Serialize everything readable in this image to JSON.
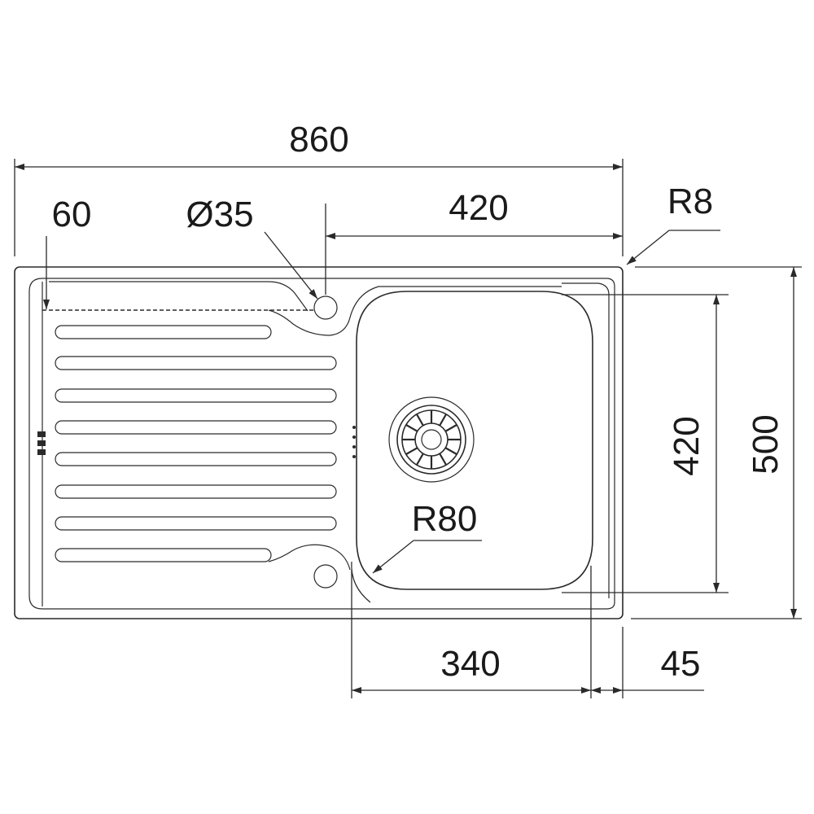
{
  "colors": {
    "line": "#2a2a2a",
    "text": "#1a1a1a",
    "background": "#ffffff"
  },
  "dimensions": {
    "overall_width": "860",
    "edge_offset": "60",
    "tap_hole_diameter": "Ø35",
    "bowl_width_top": "420",
    "corner_radius": "R8",
    "bowl_height": "420",
    "overall_depth": "500",
    "bowl_radius": "R80",
    "bowl_width_bottom": "340",
    "right_margin": "45"
  }
}
